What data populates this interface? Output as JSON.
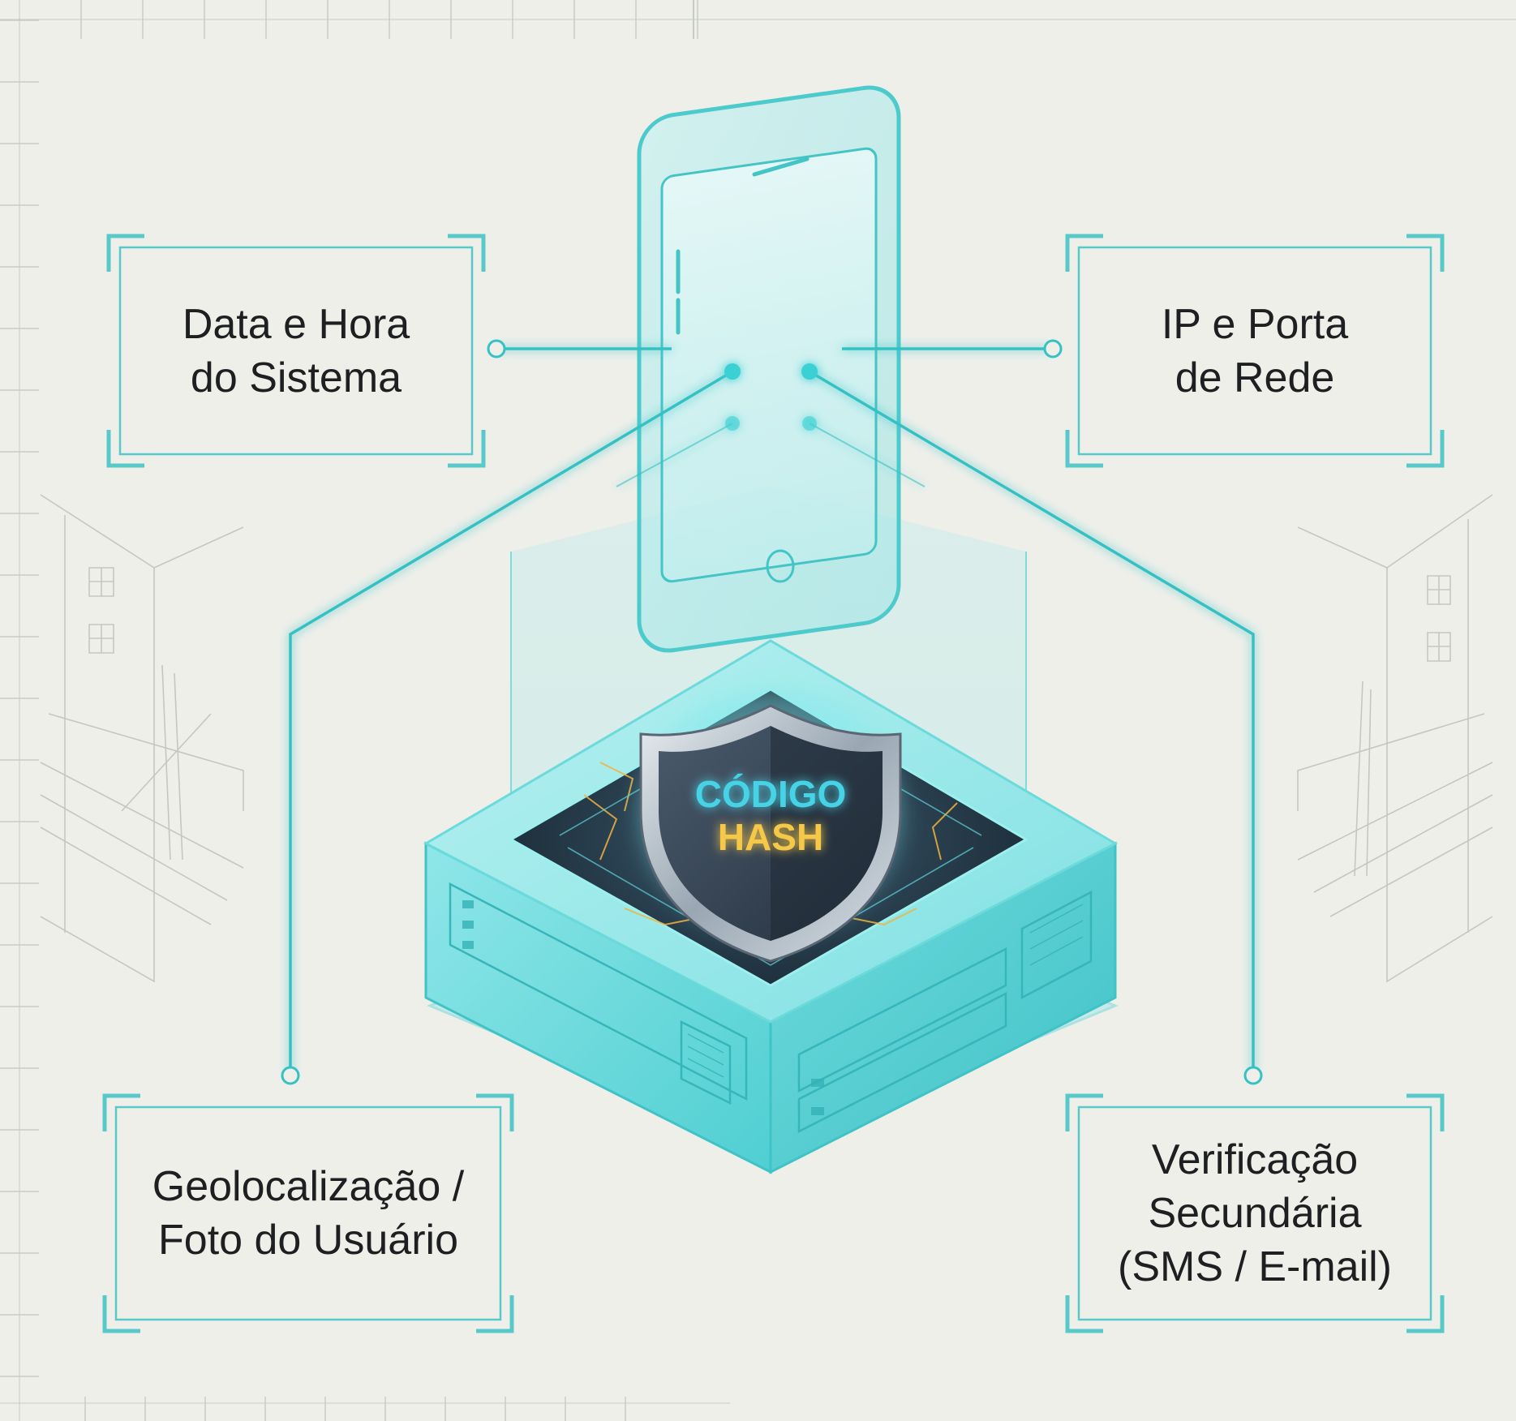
{
  "labels": {
    "top_left": {
      "line1": "Data e Hora",
      "line2": "do Sistema"
    },
    "top_right": {
      "line1": "IP e Porta",
      "line2": "de Rede"
    },
    "bottom_left": {
      "line1": "Geolocalização /",
      "line2": "Foto do Usuário"
    },
    "bottom_right": {
      "line1": "Verificação",
      "line2": "Secundária",
      "line3": "(SMS / E-mail)"
    }
  },
  "shield": {
    "line1": "CÓDIGO",
    "line2": "HASH"
  },
  "colors": {
    "background": "#efefea",
    "accent": "#3cc6c8",
    "glow": "#6fe6e6",
    "shield_dark": "#2c3a4c",
    "shield_text_top": "#46d3e6",
    "shield_text_bottom": "#f5c84a",
    "text": "#1d1f21"
  },
  "icons": [
    "smartphone-icon",
    "server-icon",
    "shield-icon"
  ]
}
